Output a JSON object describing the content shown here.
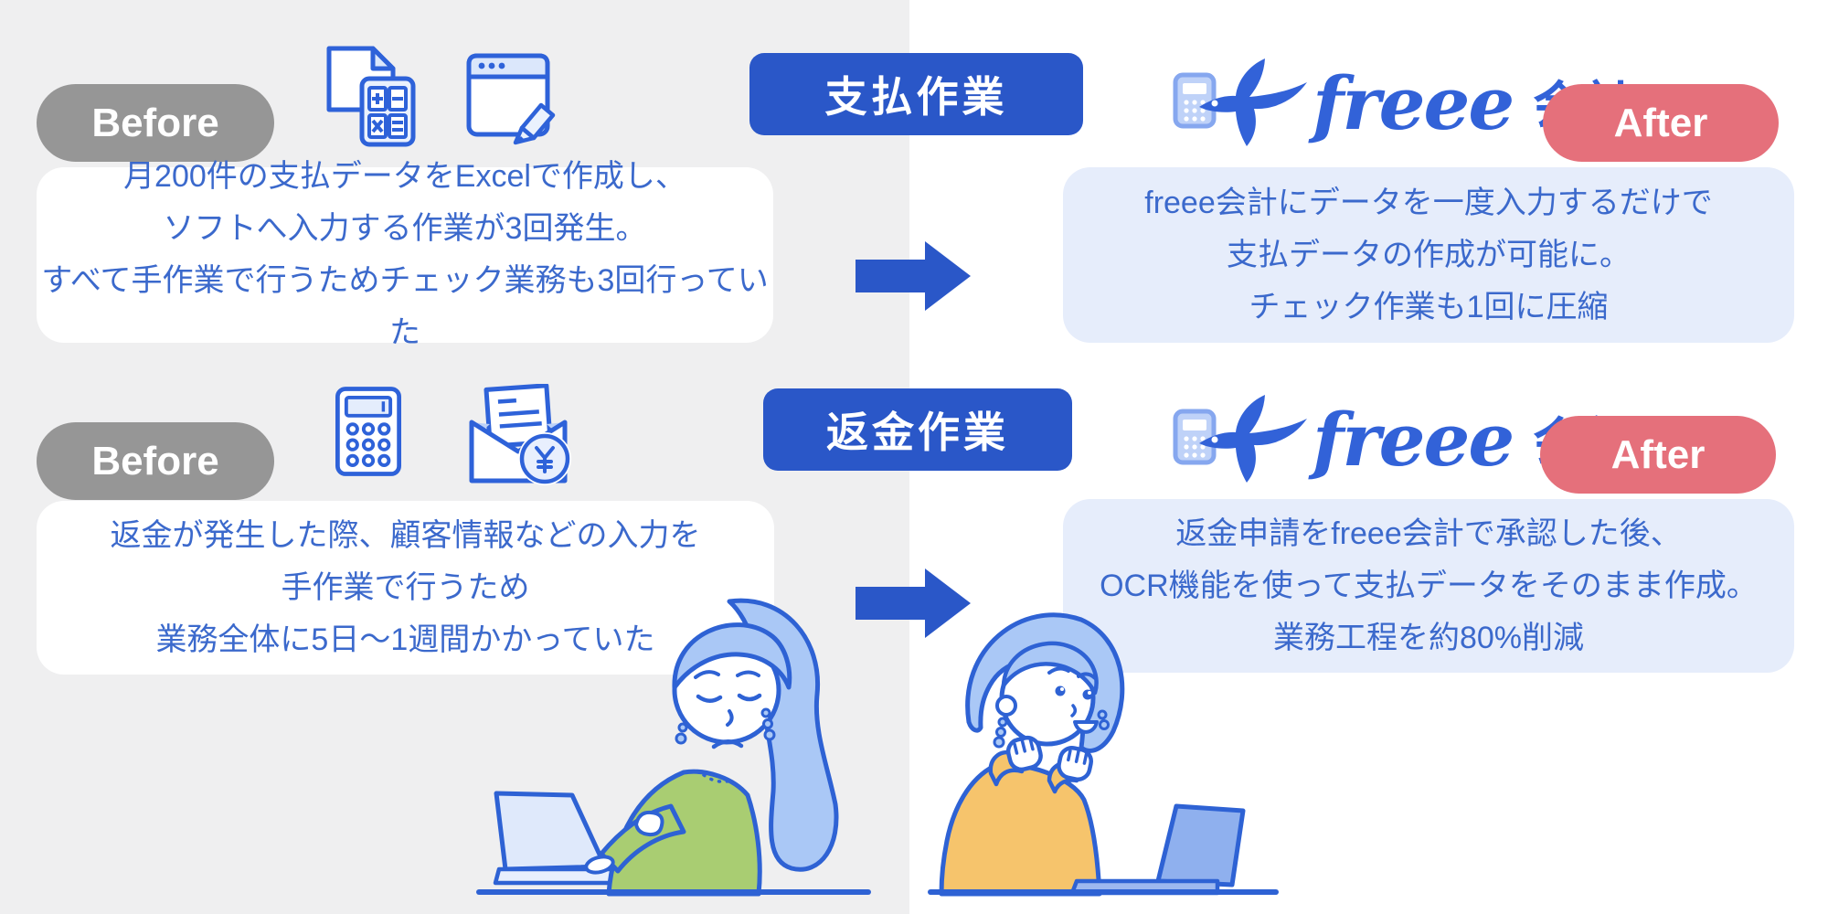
{
  "colors": {
    "accent_blue": "#2a57c8",
    "card_text_blue": "#3b69cc",
    "before_gray": "#969696",
    "after_pink": "#e5707b",
    "card_white": "#ffffff",
    "card_light_blue": "#e6edfb",
    "left_panel_gray": "#efeff0",
    "logo_blue": "#3262d8",
    "icon_stroke_blue": "#2e62d9"
  },
  "brand": {
    "name": "freee",
    "product": "会計"
  },
  "rows": [
    {
      "task_label": "支払作業",
      "before_label": "Before",
      "after_label": "After",
      "before_icons": [
        "document-calculator-icon",
        "browser-edit-icon"
      ],
      "before_lines": [
        "月200件の支払データをExcelで作成し、",
        "ソフトへ入力する作業が3回発生。",
        "すべて手作業で行うためチェック業務も3回行っていた"
      ],
      "after_lines": [
        "freee会計にデータを一度入力するだけで",
        "支払データの作成が可能に。",
        "チェック作業も1回に圧縮"
      ]
    },
    {
      "task_label": "返金作業",
      "before_label": "Before",
      "after_label": "After",
      "before_icons": [
        "calculator-icon",
        "envelope-yen-icon"
      ],
      "before_lines": [
        "返金が発生した際、顧客情報などの入力を",
        "手作業で行うため",
        "業務全体に5日〜1週間かかっていた"
      ],
      "after_lines": [
        "返金申請をfreee会計で承認した後、",
        "OCR機能を使って支払データをそのまま作成。",
        "業務工程を約80%削減"
      ]
    }
  ],
  "illustrations": {
    "left": "worried-woman-typing-on-laptop",
    "right": "happy-woman-cheering-at-laptop"
  },
  "coin_symbol": "¥"
}
